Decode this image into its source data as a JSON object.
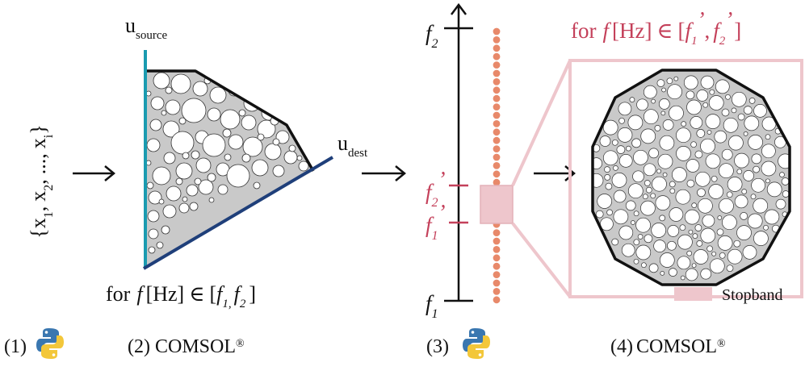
{
  "colors": {
    "teal": "#1a9bb0",
    "navy": "#1f3f7a",
    "crimson": "#c4405a",
    "salmon": "#e8896a",
    "stopband_fill": "#eec6cc",
    "stopband_stroke": "#e4b0b8",
    "matrix_gray": "#c9c9c9",
    "python_blue": "#3a77b0",
    "python_yellow": "#f3c73a"
  },
  "step1": {
    "input_set": "{x1, x2, ..., xi}",
    "left_brace": "{",
    "right_brace": "}",
    "x": "x",
    "sub1": "1",
    "sub2": "2",
    "subi": "i",
    "comma": ",",
    "ellipsis": "...",
    "number": "(1)",
    "tool_icon": "python-logo"
  },
  "step2": {
    "u_source": "u",
    "u_source_sub": "source",
    "u_dest": "u",
    "u_dest_sub": "dest",
    "freq_for": "for",
    "freq_f": "f",
    "freq_unit": "[Hz]",
    "freq_in": "∈",
    "freq_open": "[",
    "freq_f1": "f",
    "freq_f1_sub": "1,",
    "freq_f2": "f",
    "freq_f2_sub": "2",
    "freq_close": "]",
    "number": "(2)",
    "tool": "COMSOL",
    "tool_mark": "®"
  },
  "step3": {
    "f_top": "f",
    "f_top_sub": "2",
    "f_bottom": "f",
    "f_bottom_sub": "1",
    "fp_upper": "f",
    "fp_upper_sub": "2",
    "fp_upper_prime": "’",
    "fp_lower": "f",
    "fp_lower_sub": "1",
    "fp_lower_prime": "’",
    "range_for": "for",
    "range_f": "f",
    "range_unit": "[Hz]",
    "range_in": "∈",
    "range_open": "[",
    "range_f1": "f",
    "range_f1_sub": "1",
    "range_f1_prime": "’",
    "range_sep": ",",
    "range_f2": "f",
    "range_f2_sub": "2",
    "range_f2_prime": "’",
    "range_close": "]",
    "number": "(3)",
    "tool_icon": "python-logo"
  },
  "step4": {
    "legend_label": "Stopband",
    "number": "(4)",
    "tool": "COMSOL",
    "tool_mark": "®"
  }
}
